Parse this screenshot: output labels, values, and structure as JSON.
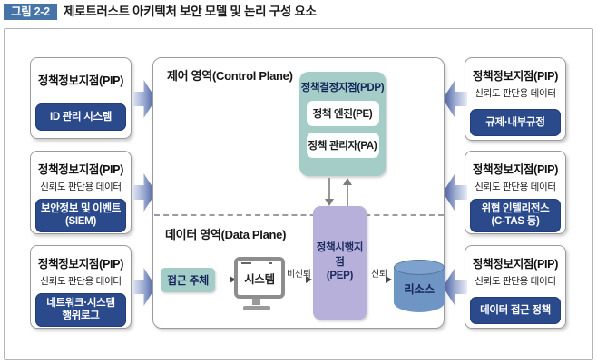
{
  "figure": {
    "badge": "그림 2-2",
    "title": "제로트러스트 아키텍처 보안 모델 및 논리 구성 요소"
  },
  "pip_left": [
    {
      "title": "정책정보지점(PIP)",
      "button": "ID 관리 시스템"
    },
    {
      "title": "정책정보지점(PIP)",
      "subtitle": "신뢰도 판단용 데이터",
      "button": "보안정보 및 이벤트\n(SIEM)"
    },
    {
      "title": "정책정보지점(PIP)",
      "subtitle": "신뢰도 판단용 데이터",
      "button": "네트워크·시스템\n행위로그"
    }
  ],
  "pip_right": [
    {
      "title": "정책정보지점(PIP)",
      "subtitle": "신뢰도 판단용 데이터",
      "button": "규제·내부규정"
    },
    {
      "title": "정책정보지점(PIP)",
      "subtitle": "신뢰도 판단용 데이터",
      "button": "위협 인텔리전스\n(C-TAS 등)"
    },
    {
      "title": "정책정보지점(PIP)",
      "subtitle": "신뢰도 판단용 데이터",
      "button": "데이터 접근 정책"
    }
  ],
  "control_plane": {
    "label": "제어 영역(Control Plane)",
    "pdp_title": "정책결정지점(PDP)",
    "pe": "정책 엔진(PE)",
    "pa": "정책 관리자(PA)"
  },
  "data_plane": {
    "label": "데이터 영역(Data Plane)",
    "subject": "접근 주체",
    "system": "시스템",
    "untrusted": "비신뢰",
    "pep": "정책시행지점\n(PEP)",
    "trusted": "신뢰",
    "resource": "리소스"
  },
  "colors": {
    "badge_blue": "#4673a8",
    "navy_button": "#2b4a8c",
    "teal_box": "#a5cdc7",
    "purple_pep": "#b6b0da",
    "resource_blue": "#6e95c3",
    "arrow_blue": "#3f549c",
    "border_gray": "#9b9b9b"
  }
}
